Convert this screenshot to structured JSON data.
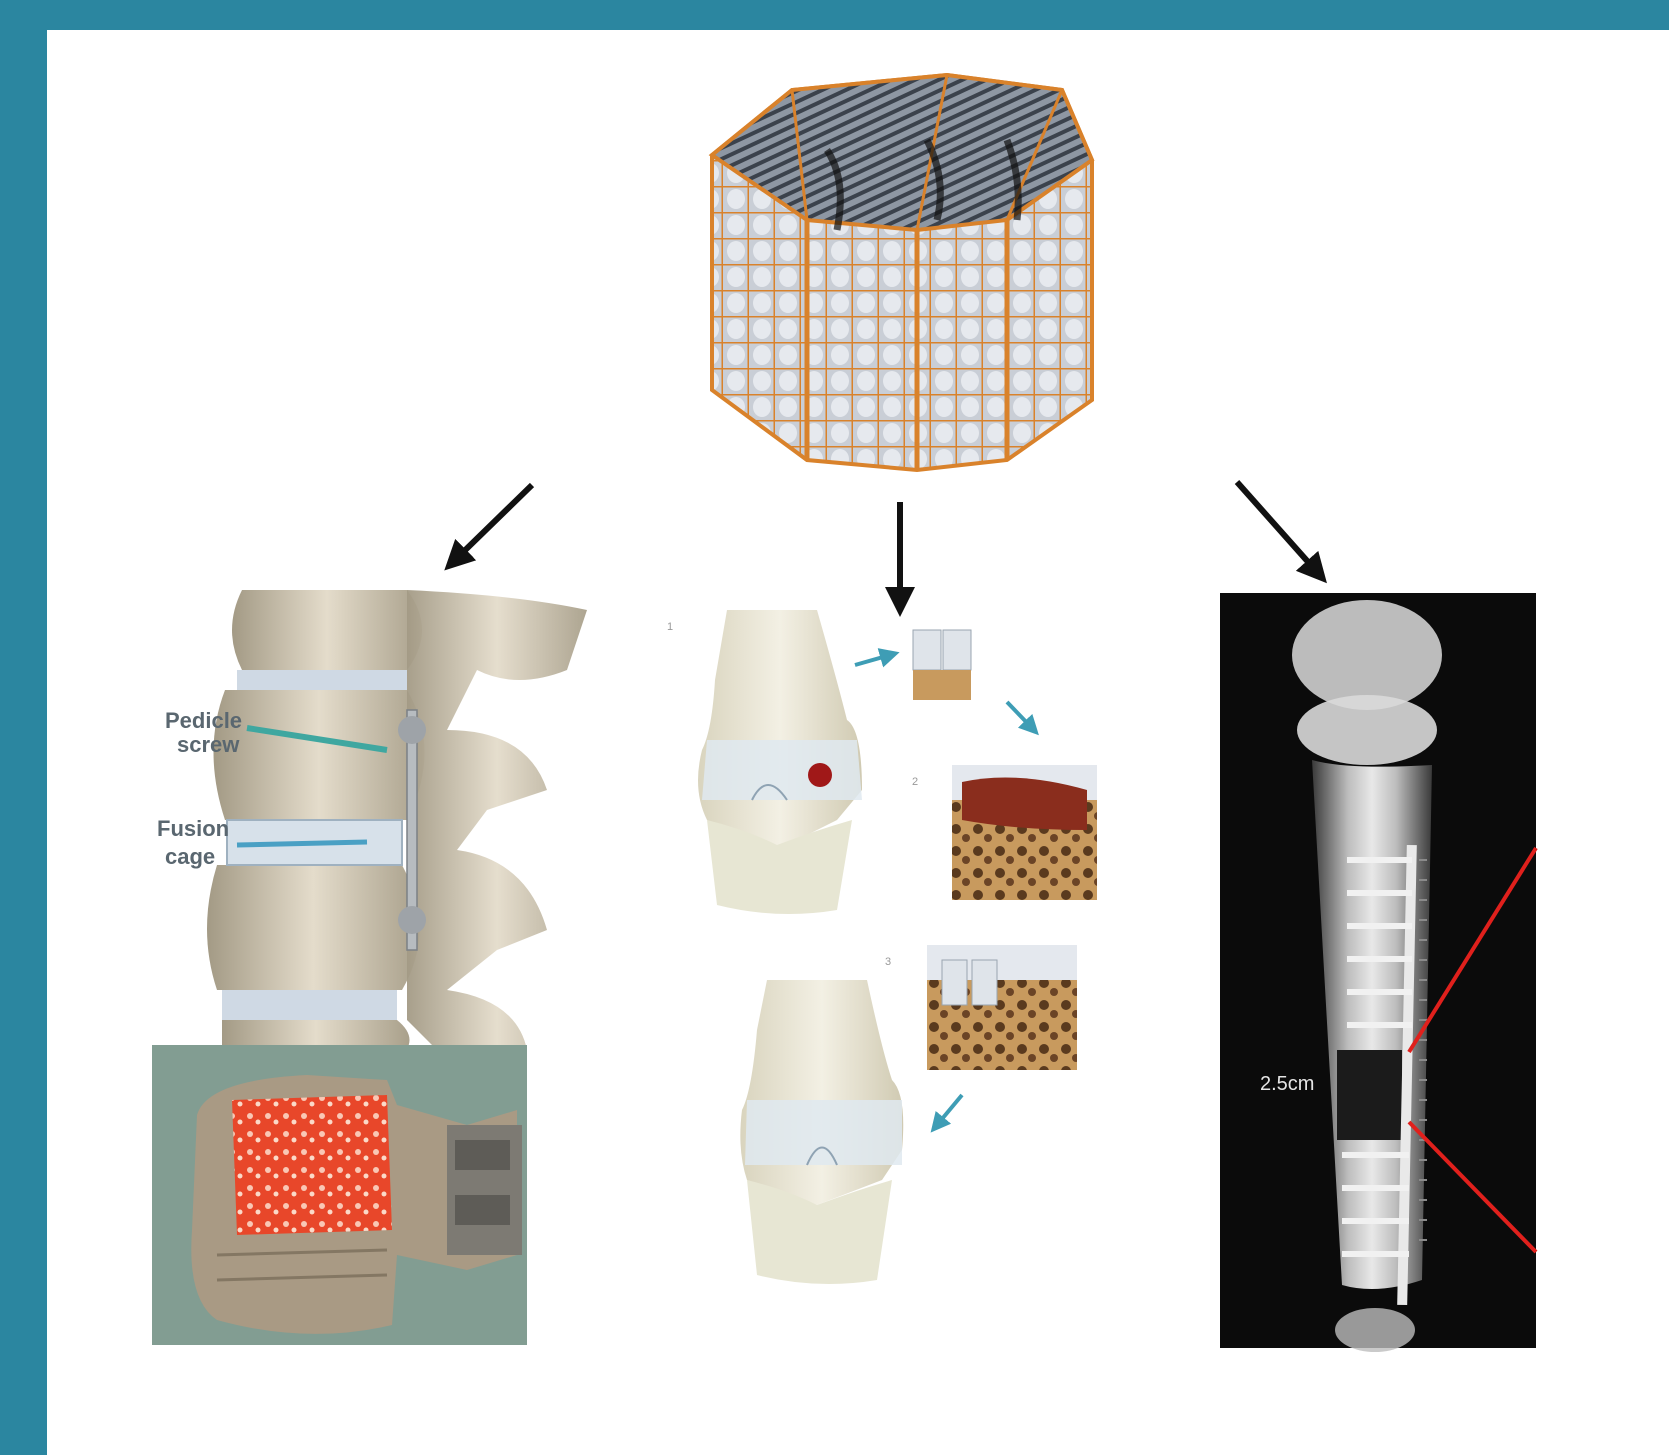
{
  "labels": {
    "pedicle_screw_line1": "Pedicle",
    "pedicle_screw_line2": "screw",
    "fusion_cage_line1": "Fusion",
    "fusion_cage_line2": "cage",
    "step_1": "1",
    "step_2": "2",
    "step_3": "3",
    "gap_measurement": "2.5cm"
  },
  "colors": {
    "border": "#2b86a0",
    "scaffold_orange": "#d9822b",
    "bone": "#d6cdb8",
    "xray_bg": "#0b0b0b",
    "red_line": "#e0201c",
    "tissue_red": "#e8472a"
  }
}
